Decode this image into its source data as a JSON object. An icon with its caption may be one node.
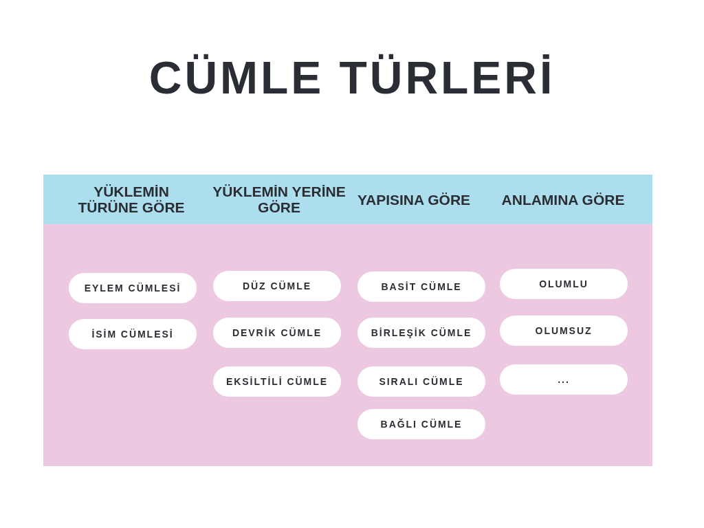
{
  "diagram": {
    "title": "CÜMLE TÜRLERİ",
    "nodes": [
      {
        "text": [
          "YÜKLEMİN TÜRÜNE GÖRE"
        ]
      },
      {
        "text": [
          "YÜKLEMİN YERİNE GÖRE"
        ]
      },
      {
        "text": [
          "YAPISINA GÖRE"
        ]
      },
      {
        "text": [
          "ANLAMINA GÖRE"
        ]
      },
      {
        "text": [
          "EYLEM CÜMLESİ"
        ]
      },
      {
        "text": [
          "İSİM CÜMLESİ"
        ]
      },
      {
        "text": [
          "DÜZ CÜMLE"
        ]
      },
      {
        "text": [
          "DEVRİK CÜMLE"
        ]
      },
      {
        "text": [
          "EKSİLTİLİ CÜMLE"
        ]
      },
      {
        "text": [
          "BASİT CÜMLE"
        ]
      },
      {
        "text": [
          "BİRLEŞİK CÜMLE"
        ]
      },
      {
        "text": [
          "SIRALI CÜMLE"
        ]
      },
      {
        "text": [
          "BAĞLI CÜMLE"
        ]
      },
      {
        "text": [
          "OLUMLU"
        ]
      },
      {
        "text": [
          "OLUMSUZ"
        ]
      },
      {
        "text": [
          "..."
        ]
      }
    ]
  }
}
